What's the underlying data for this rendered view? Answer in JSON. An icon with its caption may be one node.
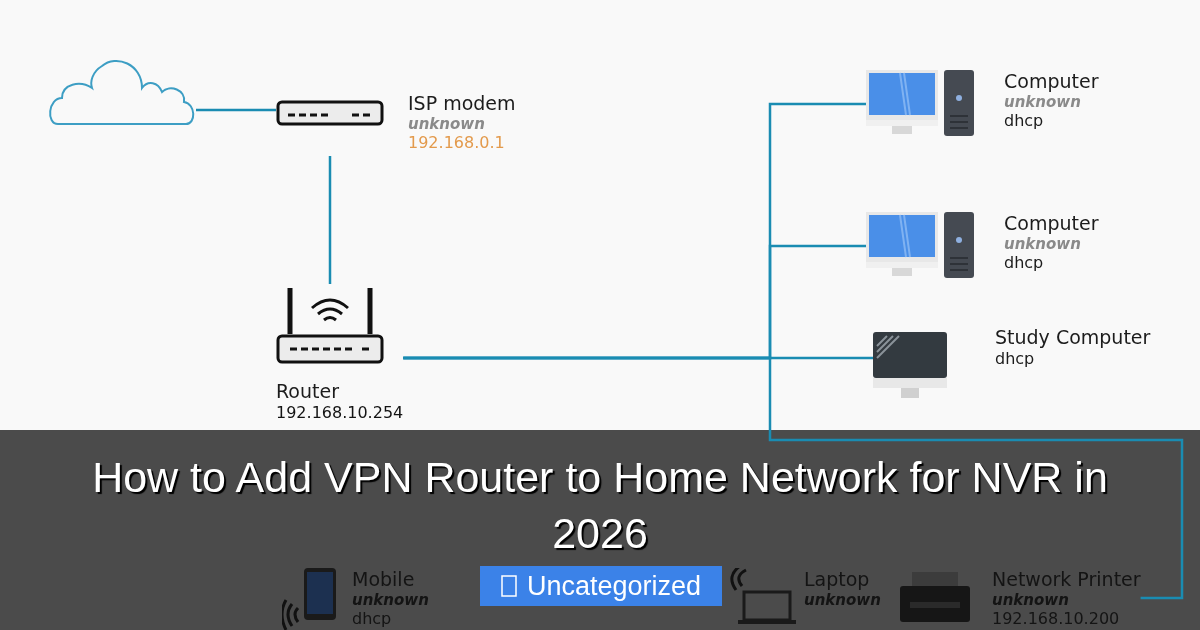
{
  "diagram": {
    "title": "How to Add VPN Router to Home Network for NVR in 2026",
    "nodes": [
      {
        "text": [],
        "shape": "cloud"
      },
      {
        "text": [
          "ISP modem",
          "unknown",
          "192.168.0.1"
        ]
      },
      {
        "text": [
          "Router",
          "192.168.10.254"
        ]
      },
      {
        "text": [
          "Computer",
          "unknown",
          "dhcp"
        ]
      },
      {
        "text": [
          "Computer",
          "unknown",
          "dhcp"
        ]
      },
      {
        "text": [
          "Study Computer",
          "dhcp"
        ]
      },
      {
        "text": [
          "Mobile",
          "unknown",
          "dhcp"
        ]
      },
      {
        "text": [
          "Laptop",
          "unknown"
        ]
      },
      {
        "text": [
          "Network Printer",
          "unknown",
          "192.168.10.200"
        ]
      }
    ],
    "edges": [
      {
        "from": 0,
        "to": 1,
        "arrow": "none"
      },
      {
        "from": 1,
        "to": 2,
        "arrow": "none"
      },
      {
        "from": 2,
        "to": 3,
        "arrow": "none"
      },
      {
        "from": 2,
        "to": 4,
        "arrow": "none"
      },
      {
        "from": 2,
        "to": 5,
        "arrow": "none"
      },
      {
        "from": 2,
        "to": 8,
        "arrow": "none"
      }
    ],
    "labels": [
      "Uncategorized"
    ]
  }
}
